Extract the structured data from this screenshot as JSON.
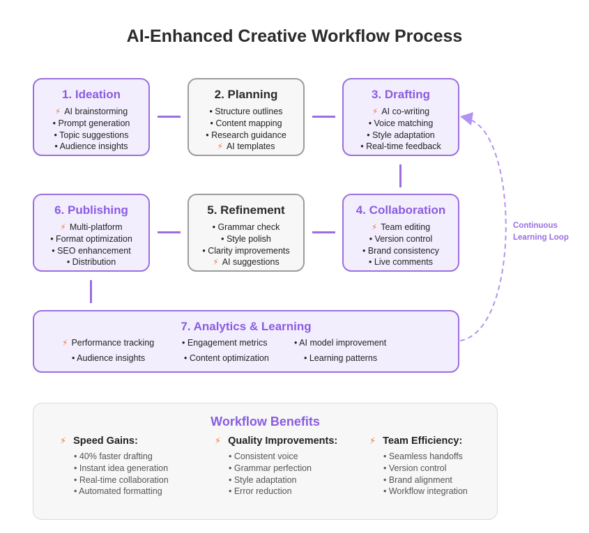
{
  "title": "AI-Enhanced Creative Workflow Process",
  "icons": {
    "ai_marker": "lightning-bolt-icon"
  },
  "colors": {
    "accent": "#9b6ee0",
    "heading_accent": "#8a5ce0",
    "ai_fill": "#f3eefe",
    "plain_fill": "#f7f7f8",
    "bolt": "#f07a3c"
  },
  "steps": [
    {
      "name": "1. Ideation",
      "ai": true,
      "items": [
        {
          "text": "AI brainstorming",
          "bolt": true
        },
        {
          "text": "• Prompt generation",
          "bolt": false
        },
        {
          "text": "• Topic suggestions",
          "bolt": false
        },
        {
          "text": "• Audience insights",
          "bolt": false
        }
      ]
    },
    {
      "name": "2. Planning",
      "ai": false,
      "items": [
        {
          "text": "• Structure outlines",
          "bolt": false
        },
        {
          "text": "• Content mapping",
          "bolt": false
        },
        {
          "text": "• Research guidance",
          "bolt": false
        },
        {
          "text": "AI templates",
          "bolt": true
        }
      ]
    },
    {
      "name": "3. Drafting",
      "ai": true,
      "items": [
        {
          "text": "AI co-writing",
          "bolt": true
        },
        {
          "text": "• Voice matching",
          "bolt": false
        },
        {
          "text": "• Style adaptation",
          "bolt": false
        },
        {
          "text": "• Real-time feedback",
          "bolt": false
        }
      ]
    },
    {
      "name": "4. Collaboration",
      "ai": true,
      "items": [
        {
          "text": "Team editing",
          "bolt": true
        },
        {
          "text": "• Version control",
          "bolt": false
        },
        {
          "text": "• Brand consistency",
          "bolt": false
        },
        {
          "text": "• Live comments",
          "bolt": false
        }
      ]
    },
    {
      "name": "5. Refinement",
      "ai": false,
      "items": [
        {
          "text": "• Grammar check",
          "bolt": false
        },
        {
          "text": "• Style polish",
          "bolt": false
        },
        {
          "text": "• Clarity improvements",
          "bolt": false
        },
        {
          "text": "AI suggestions",
          "bolt": true
        }
      ]
    },
    {
      "name": "6. Publishing",
      "ai": true,
      "items": [
        {
          "text": "Multi-platform",
          "bolt": true
        },
        {
          "text": "• Format optimization",
          "bolt": false
        },
        {
          "text": "• SEO enhancement",
          "bolt": false
        },
        {
          "text": "• Distribution",
          "bolt": false
        }
      ]
    }
  ],
  "analytics": {
    "name": "7. Analytics & Learning",
    "items": [
      {
        "text": "Performance tracking",
        "bolt": true
      },
      {
        "text": "• Engagement metrics",
        "bolt": false
      },
      {
        "text": "• AI model improvement",
        "bolt": false
      },
      {
        "text": "• Audience insights",
        "bolt": false
      },
      {
        "text": "• Content optimization",
        "bolt": false
      },
      {
        "text": "• Learning patterns",
        "bolt": false
      }
    ]
  },
  "loop_label": {
    "line1": "Continuous",
    "line2": "Learning Loop"
  },
  "benefits": {
    "title": "Workflow Benefits",
    "columns": [
      {
        "heading": "Speed Gains:",
        "items": [
          "• 40% faster drafting",
          "• Instant idea generation",
          "• Real-time collaboration",
          "• Automated formatting"
        ]
      },
      {
        "heading": "Quality Improvements:",
        "items": [
          "• Consistent voice",
          "• Grammar perfection",
          "• Style adaptation",
          "• Error reduction"
        ]
      },
      {
        "heading": "Team Efficiency:",
        "items": [
          "• Seamless handoffs",
          "• Version control",
          "• Brand alignment",
          "• Workflow integration"
        ]
      }
    ]
  }
}
